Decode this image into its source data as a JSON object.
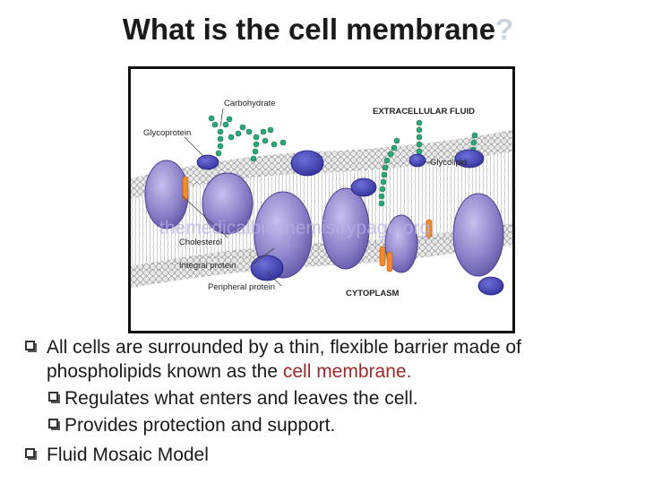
{
  "title": {
    "text": "What is the cell membrane",
    "qmark": "?"
  },
  "figure": {
    "labels": {
      "carbohydrate": "Carbohydrate",
      "glycoprotein": "Glycoprotein",
      "extracellular": "EXTRACELLULAR FLUID",
      "glycolipid": "Glycolipid",
      "cholesterol": "Cholesterol",
      "integral": "Integral protein",
      "peripheral": "Peripheral protein",
      "cytoplasm": "CYTOPLASM"
    },
    "watermark": "themedicalbiochemistrypage.org"
  },
  "bullets": {
    "b1_text": "All cells are surrounded by a thin, flexible  barrier made of phospholipids known as the ",
    "b1_highlight": "cell membrane",
    "b1_end": ".",
    "sub1": "Regulates what enters and leaves the cell.",
    "sub2": "Provides protection and support.",
    "b2_text": "Fluid Mosaic Model"
  },
  "colors": {
    "highlight": "#9b2a2a",
    "protein": "#8b80c8",
    "sugar": "#2aa876",
    "cholesterol": "#f08a2c"
  }
}
